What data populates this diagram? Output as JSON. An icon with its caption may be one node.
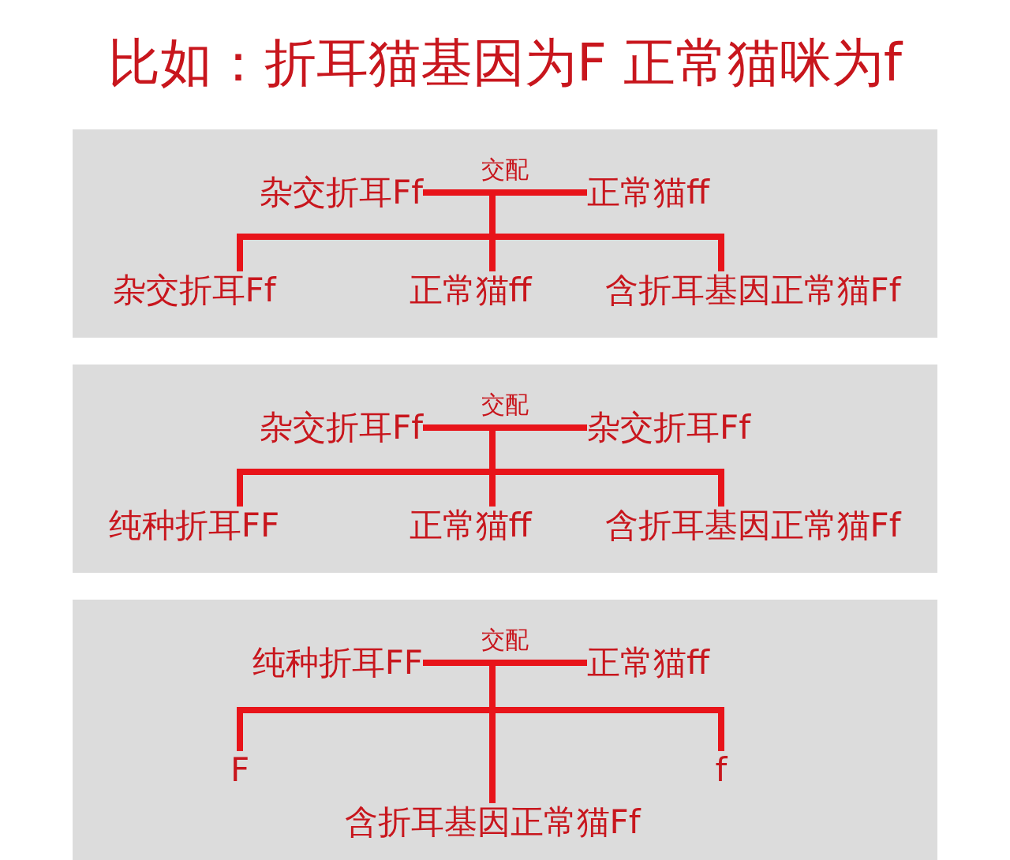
{
  "diagram": {
    "title": "比如：折耳猫基因为F 正常猫咪为f",
    "nodes": [
      {
        "text": [],
        "shape": "box"
      },
      {
        "text": [
          "杂交折耳Ff"
        ],
        "in": 0
      },
      {
        "text": [
          "正常猫ff"
        ],
        "in": 0
      },
      {
        "text": [
          "杂交折耳Ff"
        ],
        "in": 0
      },
      {
        "text": [
          "正常猫ff"
        ],
        "in": 0
      },
      {
        "text": [
          "含折耳基因正常猫Ff"
        ],
        "in": 0
      },
      {
        "text": [],
        "shape": "box"
      },
      {
        "text": [
          "杂交折耳Ff"
        ],
        "in": 6
      },
      {
        "text": [
          "杂交折耳Ff"
        ],
        "in": 6
      },
      {
        "text": [
          "纯种折耳FF"
        ],
        "in": 6
      },
      {
        "text": [
          "正常猫ff"
        ],
        "in": 6
      },
      {
        "text": [
          "含折耳基因正常猫Ff"
        ],
        "in": 6
      },
      {
        "text": [],
        "shape": "box"
      },
      {
        "text": [
          "纯种折耳FF"
        ],
        "in": 12
      },
      {
        "text": [
          "正常猫ff"
        ],
        "in": 12
      },
      {
        "text": [
          "F"
        ],
        "in": 12
      },
      {
        "text": [
          "f"
        ],
        "in": 12
      },
      {
        "text": [
          "含折耳基因正常猫Ff"
        ],
        "in": 12
      }
    ],
    "edges": [
      {
        "from": 1,
        "to": 2,
        "arrow": "none",
        "label": "交配"
      },
      {
        "from": 1,
        "to": 3,
        "arrow": "none"
      },
      {
        "from": 2,
        "to": 3,
        "arrow": "none"
      },
      {
        "from": 1,
        "to": 4,
        "arrow": "none"
      },
      {
        "from": 2,
        "to": 4,
        "arrow": "none"
      },
      {
        "from": 1,
        "to": 5,
        "arrow": "none"
      },
      {
        "from": 2,
        "to": 5,
        "arrow": "none"
      },
      {
        "from": 7,
        "to": 8,
        "arrow": "none",
        "label": "交配"
      },
      {
        "from": 7,
        "to": 9,
        "arrow": "none"
      },
      {
        "from": 8,
        "to": 9,
        "arrow": "none"
      },
      {
        "from": 7,
        "to": 10,
        "arrow": "none"
      },
      {
        "from": 8,
        "to": 10,
        "arrow": "none"
      },
      {
        "from": 7,
        "to": 11,
        "arrow": "none"
      },
      {
        "from": 8,
        "to": 11,
        "arrow": "none"
      },
      {
        "from": 13,
        "to": 14,
        "arrow": "none",
        "label": "交配"
      },
      {
        "from": 13,
        "to": 15,
        "arrow": "none"
      },
      {
        "from": 14,
        "to": 15,
        "arrow": "none"
      },
      {
        "from": 13,
        "to": 16,
        "arrow": "none"
      },
      {
        "from": 14,
        "to": 16,
        "arrow": "none"
      },
      {
        "from": 13,
        "to": 17,
        "arrow": "none"
      },
      {
        "from": 14,
        "to": 17,
        "arrow": "none"
      }
    ]
  }
}
